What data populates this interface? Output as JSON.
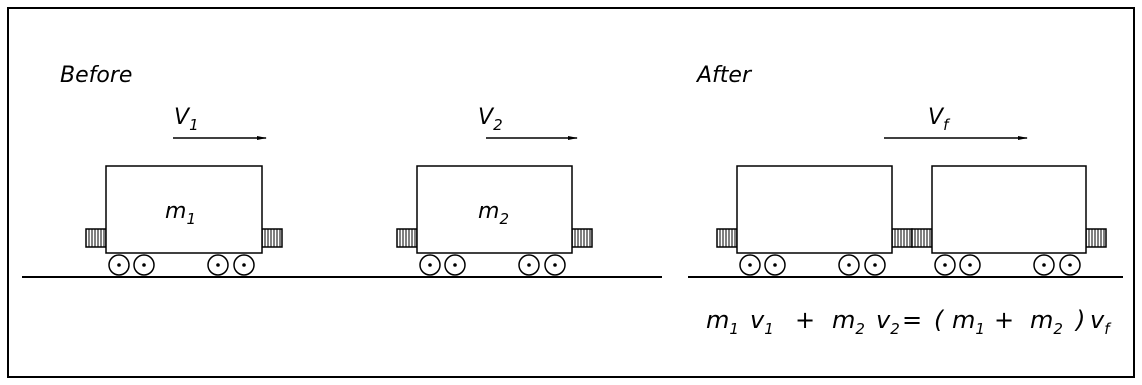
{
  "before": {
    "heading": "Before",
    "cart1": {
      "mass": "m",
      "mass_sub": "1",
      "velocity": "V",
      "velocity_sub": "1"
    },
    "cart2": {
      "mass": "m",
      "mass_sub": "2",
      "velocity": "V",
      "velocity_sub": "2"
    }
  },
  "after": {
    "heading": "After",
    "velocity": "V",
    "velocity_sub": "f"
  },
  "equation": {
    "lhs1_m": "m",
    "lhs1_m_sub": "1",
    "lhs1_v": "v",
    "lhs1_v_sub": "1",
    "plus": "+",
    "lhs2_m": "m",
    "lhs2_m_sub": "2",
    "lhs2_v": "v",
    "lhs2_v_sub": "2",
    "equals": "=",
    "open_paren": "(",
    "rhs_m1": "m",
    "rhs_m1_sub": "1",
    "rhs_plus": "+",
    "rhs_m2": "m",
    "rhs_m2_sub": "2",
    "close_paren": ")",
    "rhs_v": "v",
    "rhs_v_sub": "f"
  },
  "colors": {
    "ink": "#000000",
    "background": "#ffffff"
  }
}
